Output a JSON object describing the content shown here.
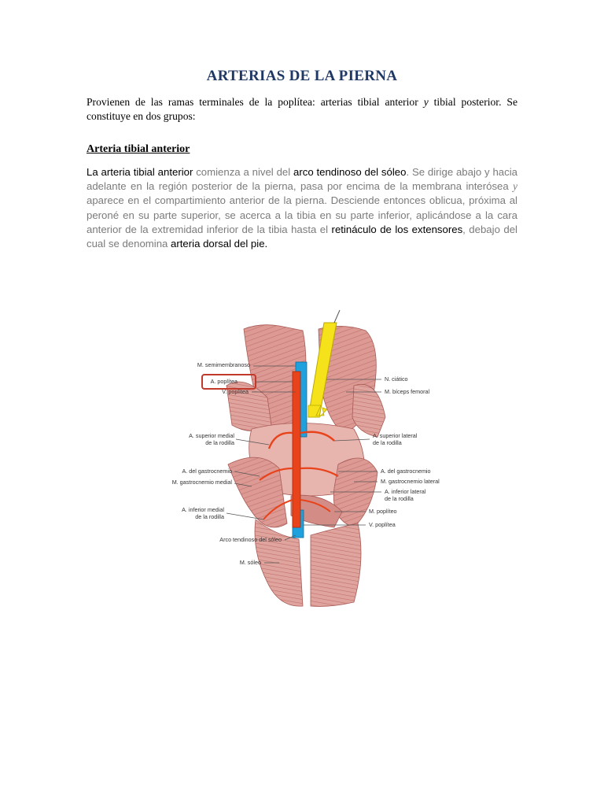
{
  "title": "ARTERIAS DE LA PIERNA",
  "intro": {
    "text_a": "Provienen de las ramas terminales de la poplítea: arterias tibial anterior ",
    "y": "y",
    "text_b": " tibial posterior",
    "text_c": ". Se constituye en dos grupos:"
  },
  "section_heading": "Arteria tibial anterior",
  "paragraph": {
    "p1": "La ",
    "p2": "arteria tibial anterior",
    "p3": " comienza a nivel del ",
    "p4": "arco tendinoso del sóleo",
    "p5": ". Se dirige abajo y hacia adelante en la región posterior de la pierna, pasa por encima de la membrana interósea ",
    "p6": "y",
    "p7": " aparece en el compartimiento anterior de la pierna. Desciende entonces oblicua, próxima al peroné en su parte superior, se acerca a la tibia en su parte inferior, aplicándose a la cara anterior de la extremidad inferior de la tibia hasta el ",
    "p8": "retináculo de los extensores",
    "p9": ", debajo del cual se denomina ",
    "p10": "arteria dorsal del pie",
    "p11": "."
  },
  "figure": {
    "labels_left": [
      "M. semimembranoso",
      "A. poplítea",
      "V. poplítea",
      "A. superior medial\nde la rodilla",
      "A. del gastrocnemio",
      "M. gastrocnemio medial",
      "A. inferior medial\nde la rodilla",
      "Arco tendinoso del sóleo",
      "M. sóleo"
    ],
    "labels_right": [
      "N. ciático",
      "M. bíceps femoral",
      "A. superior lateral\nde la rodilla",
      "A. del gastrocnemio",
      "M. gastrocnemio lateral",
      "A. inferior lateral\nde la rodilla",
      "M. poplíteo",
      "V. poplítea"
    ]
  },
  "colors": {
    "title": "#1f3864",
    "gray_text": "#7b7b7b",
    "artery": "#e8431b",
    "vein": "#1ea1dd",
    "nerve": "#f5e21a",
    "muscle": "#d98f8a",
    "highlight_box": "#c0392b"
  }
}
